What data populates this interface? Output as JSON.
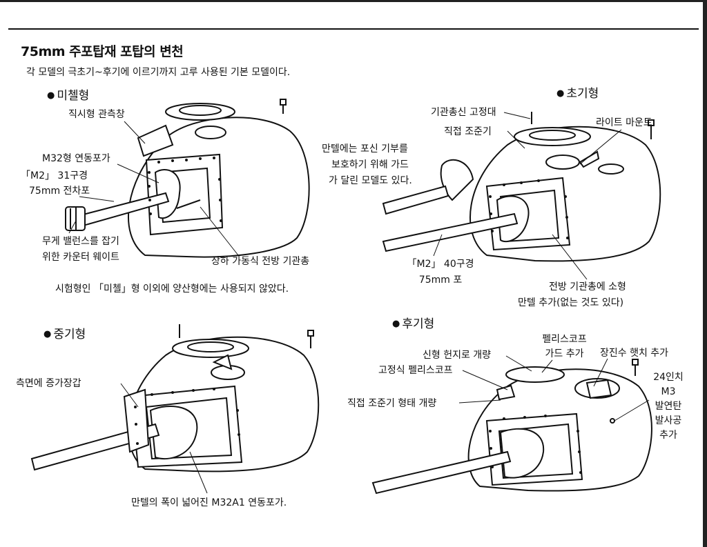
{
  "title": "75mm 주포탑재 포탑의 변천",
  "intro": "각 모델의 극초기~후기에 이르기까지 고루 사용된 기본 모델이다.",
  "sections": {
    "michel": {
      "heading": "미첼형",
      "labels": {
        "periscope": "직시형 관측창",
        "mount": "M32형 연동포가",
        "gun_line1": "「M2」 31구경",
        "gun_line2": "75mm 전차포",
        "counterweight_line1": "무게 밸런스를 잡기",
        "counterweight_line2": "위한 카운터 웨이트",
        "mg": "상하 가동식 전방 기관총"
      },
      "caption": "시험형인 「미첼」형 이외에 양산형에는 사용되지 않았다."
    },
    "early": {
      "heading": "초기형",
      "labels": {
        "mg_mount": "기관총신 고정대",
        "sight": "직접 조준기",
        "light_mount": "라이트 마운트",
        "mantlet_note_line1": "만텔에는 포신 기부를",
        "mantlet_note_line2": "보호하기 위해 가드",
        "mantlet_note_line3": "가 달린 모델도 있다.",
        "gun_line1": "「M2」 40구경",
        "gun_line2": "75mm 포",
        "small_mantlet_line1": "전방 기관총에 소형",
        "small_mantlet_line2": "만텔 추가(없는 것도 있다)"
      }
    },
    "mid": {
      "heading": "중기형",
      "labels": {
        "side_armor": "측면에 증가장갑"
      },
      "caption": "만텔의 폭이 넓어진 M32A1 연동포가."
    },
    "late": {
      "heading": "후기형",
      "labels": {
        "guard_line1": "펠리스코프",
        "guard_line2": "가드 추가",
        "hatch": "장진수 햇치 추가",
        "new_sight": "신형 헌지로 개량",
        "fixed_periscope": "고정식 펠리스코프",
        "sight_improved": "직접 조준기 형태 개량",
        "smoke_line1": "24인치",
        "smoke_line2": "M3",
        "smoke_line3": "발연탄",
        "smoke_line4": "발사공",
        "smoke_line5": "추가"
      }
    }
  }
}
